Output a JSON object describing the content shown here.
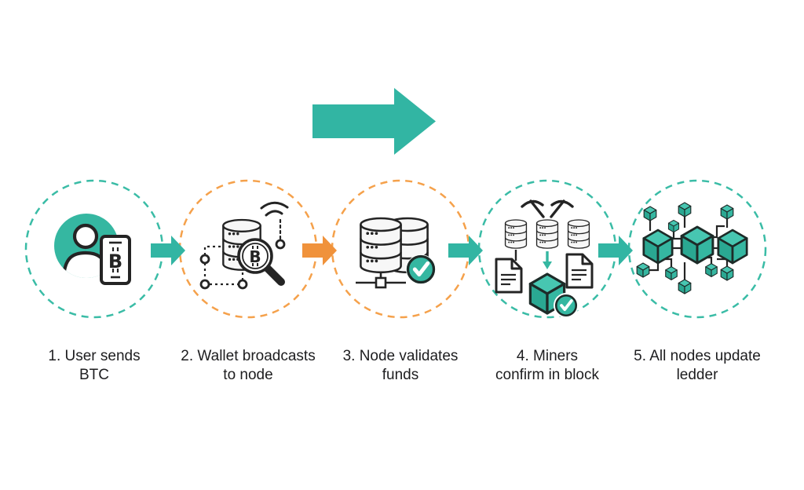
{
  "colors": {
    "background": "#ffffff",
    "teal": "#32b5a3",
    "orange": "#f0923b",
    "teal_ring": "#3abca6",
    "orange_ring": "#f5a14b",
    "icon_outline": "#242424",
    "icon_teal": "#35b7a1",
    "text": "#1d1d1f"
  },
  "flow_arrow": {
    "icon": "big-forward-arrow",
    "color": "#32b5a3"
  },
  "steps": [
    {
      "label": "1. User sends\nBTC",
      "icon": "user-sends-btc-icon",
      "ring_color": "#3abca6"
    },
    {
      "label": "2. Wallet broadcasts\nto node",
      "icon": "wallet-broadcast-icon",
      "ring_color": "#f5a14b"
    },
    {
      "label": "3. Node validates\nfunds",
      "icon": "node-validates-icon",
      "ring_color": "#f5a14b"
    },
    {
      "label": "4. Miners\nconfirm in block",
      "icon": "miners-confirm-icon",
      "ring_color": "#3abca6"
    },
    {
      "label": "5. All nodes update\nledder",
      "icon": "blockchain-network-icon",
      "ring_color": "#3abca6"
    }
  ],
  "connectors": [
    {
      "color": "#32b5a3"
    },
    {
      "color": "#f0923b"
    },
    {
      "color": "#32b5a3"
    },
    {
      "color": "#32b5a3"
    }
  ]
}
